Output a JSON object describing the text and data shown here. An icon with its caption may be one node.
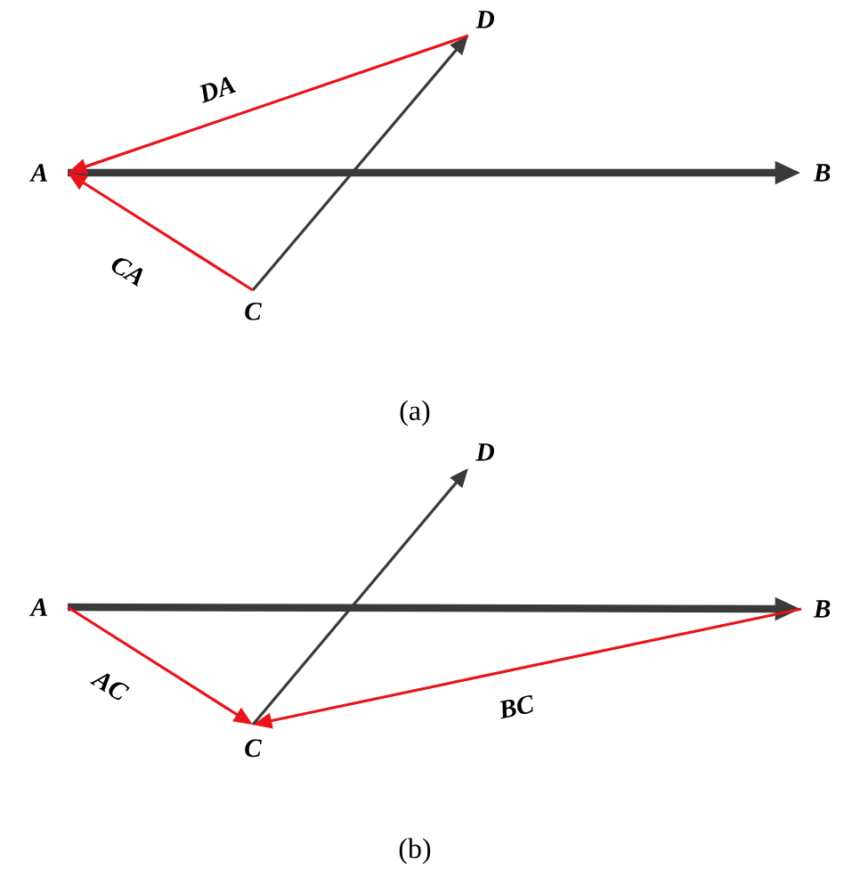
{
  "diagram": {
    "nodes": [
      {
        "text": [
          "D"
        ]
      },
      {
        "text": [
          "A"
        ]
      },
      {
        "text": [
          "B"
        ]
      },
      {
        "text": [
          "C"
        ]
      },
      {
        "text": [
          "D"
        ]
      },
      {
        "text": [
          "A"
        ]
      },
      {
        "text": [
          "B"
        ]
      },
      {
        "text": [
          "C"
        ]
      }
    ],
    "edges": [
      {
        "from": 1,
        "to": 2,
        "arrow": "to",
        "style": "thick",
        "color": "#3a3a3a"
      },
      {
        "from": 3,
        "to": 0,
        "arrow": "to",
        "color": "#3a3a3a"
      },
      {
        "from": 0,
        "to": 1,
        "arrow": "to",
        "label": "DA",
        "color": "#e8141b"
      },
      {
        "from": 3,
        "to": 1,
        "arrow": "to",
        "label": "CA",
        "color": "#e8141b"
      },
      {
        "from": 5,
        "to": 6,
        "arrow": "to",
        "style": "thick",
        "color": "#3a3a3a"
      },
      {
        "from": 7,
        "to": 4,
        "arrow": "to",
        "color": "#3a3a3a"
      },
      {
        "from": 5,
        "to": 7,
        "arrow": "to",
        "label": "AC",
        "color": "#e8141b"
      },
      {
        "from": 6,
        "to": 7,
        "arrow": "to",
        "label": "BC",
        "color": "#e8141b"
      }
    ],
    "labels": [
      "(a)",
      "(b)"
    ]
  }
}
